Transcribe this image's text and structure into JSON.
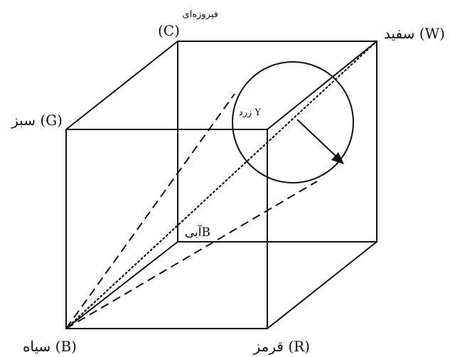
{
  "labels": {
    "W": "سفید (W)",
    "C_name": "فیروزه‌ای",
    "C_code": "(C)",
    "G": "سبز (G)",
    "Y": "زرد Y",
    "B_blue": "آبیB",
    "B_black": "سیاه (B)",
    "R": "قرمز (R)"
  }
}
